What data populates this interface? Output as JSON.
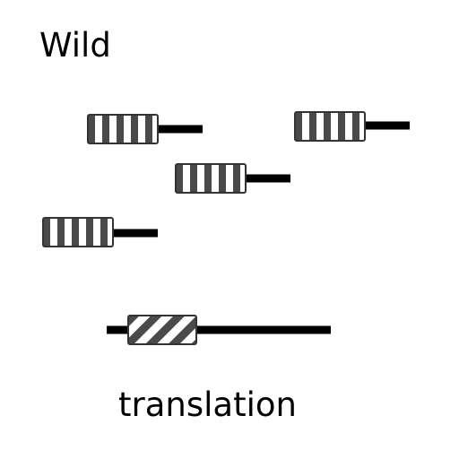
{
  "labels": {
    "top": "Wild",
    "bottom": "translation"
  },
  "colors": {
    "background": "#ffffff",
    "stripe_dark": "#4a4a4a",
    "stripe_light": "#ffffff",
    "outline": "#333333",
    "line": "#000000"
  },
  "glyphs": {
    "wild_count": 4,
    "wild_stripe_pattern": "vertical",
    "translation_count": 1,
    "translation_stripe_pattern": "diagonal"
  }
}
